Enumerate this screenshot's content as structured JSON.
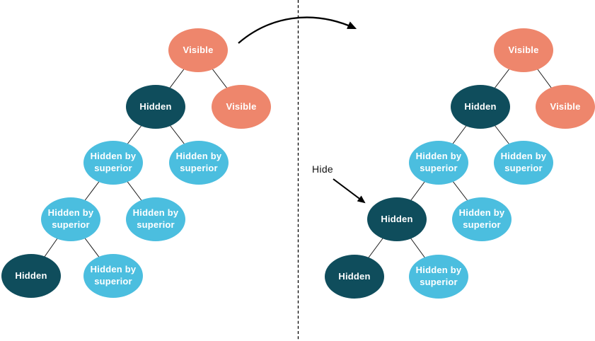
{
  "palette": {
    "visible_node": "#EE866C",
    "hidden_node": "#0F4D5C",
    "hidden_by_superior_node": "#4BBEDF",
    "line": "#1C1C1C",
    "background": "#FFFFFF"
  },
  "annotations": {
    "hide_label": "Hide"
  },
  "left_tree": {
    "nodes": [
      {
        "label": "Visible",
        "state": "visible"
      },
      {
        "label": "Hidden",
        "state": "hidden"
      },
      {
        "label": "Visible",
        "state": "visible"
      },
      {
        "label": "Hidden by superior",
        "state": "hidden-by-superior"
      },
      {
        "label": "Hidden by superior",
        "state": "hidden-by-superior"
      },
      {
        "label": "Hidden by superior",
        "state": "hidden-by-superior"
      },
      {
        "label": "Hidden by superior",
        "state": "hidden-by-superior"
      },
      {
        "label": "Hidden",
        "state": "hidden"
      },
      {
        "label": "Hidden by superior",
        "state": "hidden-by-superior"
      }
    ]
  },
  "right_tree": {
    "nodes": [
      {
        "label": "Visible",
        "state": "visible"
      },
      {
        "label": "Hidden",
        "state": "hidden"
      },
      {
        "label": "Visible",
        "state": "visible"
      },
      {
        "label": "Hidden by superior",
        "state": "hidden-by-superior"
      },
      {
        "label": "Hidden by superior",
        "state": "hidden-by-superior"
      },
      {
        "label": "Hidden",
        "state": "hidden"
      },
      {
        "label": "Hidden by superior",
        "state": "hidden-by-superior"
      },
      {
        "label": "Hidden",
        "state": "hidden"
      },
      {
        "label": "Hidden by superior",
        "state": "hidden-by-superior"
      }
    ]
  }
}
